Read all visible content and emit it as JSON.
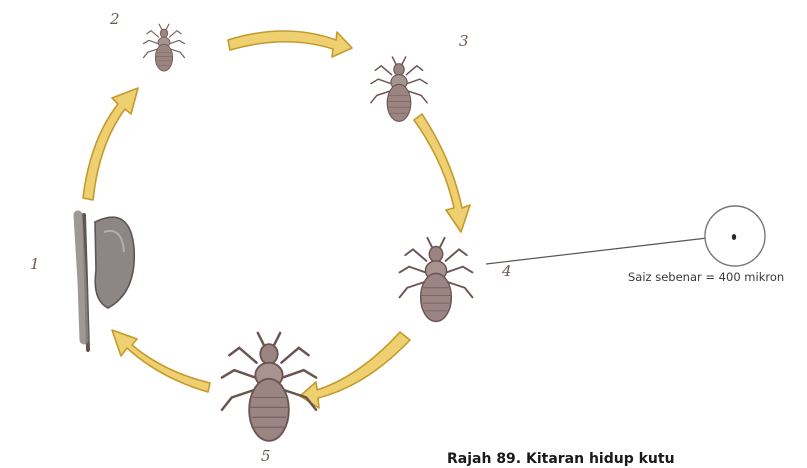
{
  "diagram": {
    "stage_labels": {
      "s1": "1",
      "s2": "2",
      "s3": "3",
      "s4": "4",
      "s5": "5"
    },
    "size_note": "Saiz sebenar = 400 mikron",
    "caption": "Rajah 89. Kitaran hidup kutu"
  },
  "colors": {
    "arrow_fill": "#efd070",
    "arrow_stroke": "#c49a2c",
    "louse_body": "#9a8582",
    "louse_outline": "#6b5552",
    "nit_fill": "#8d8684"
  }
}
